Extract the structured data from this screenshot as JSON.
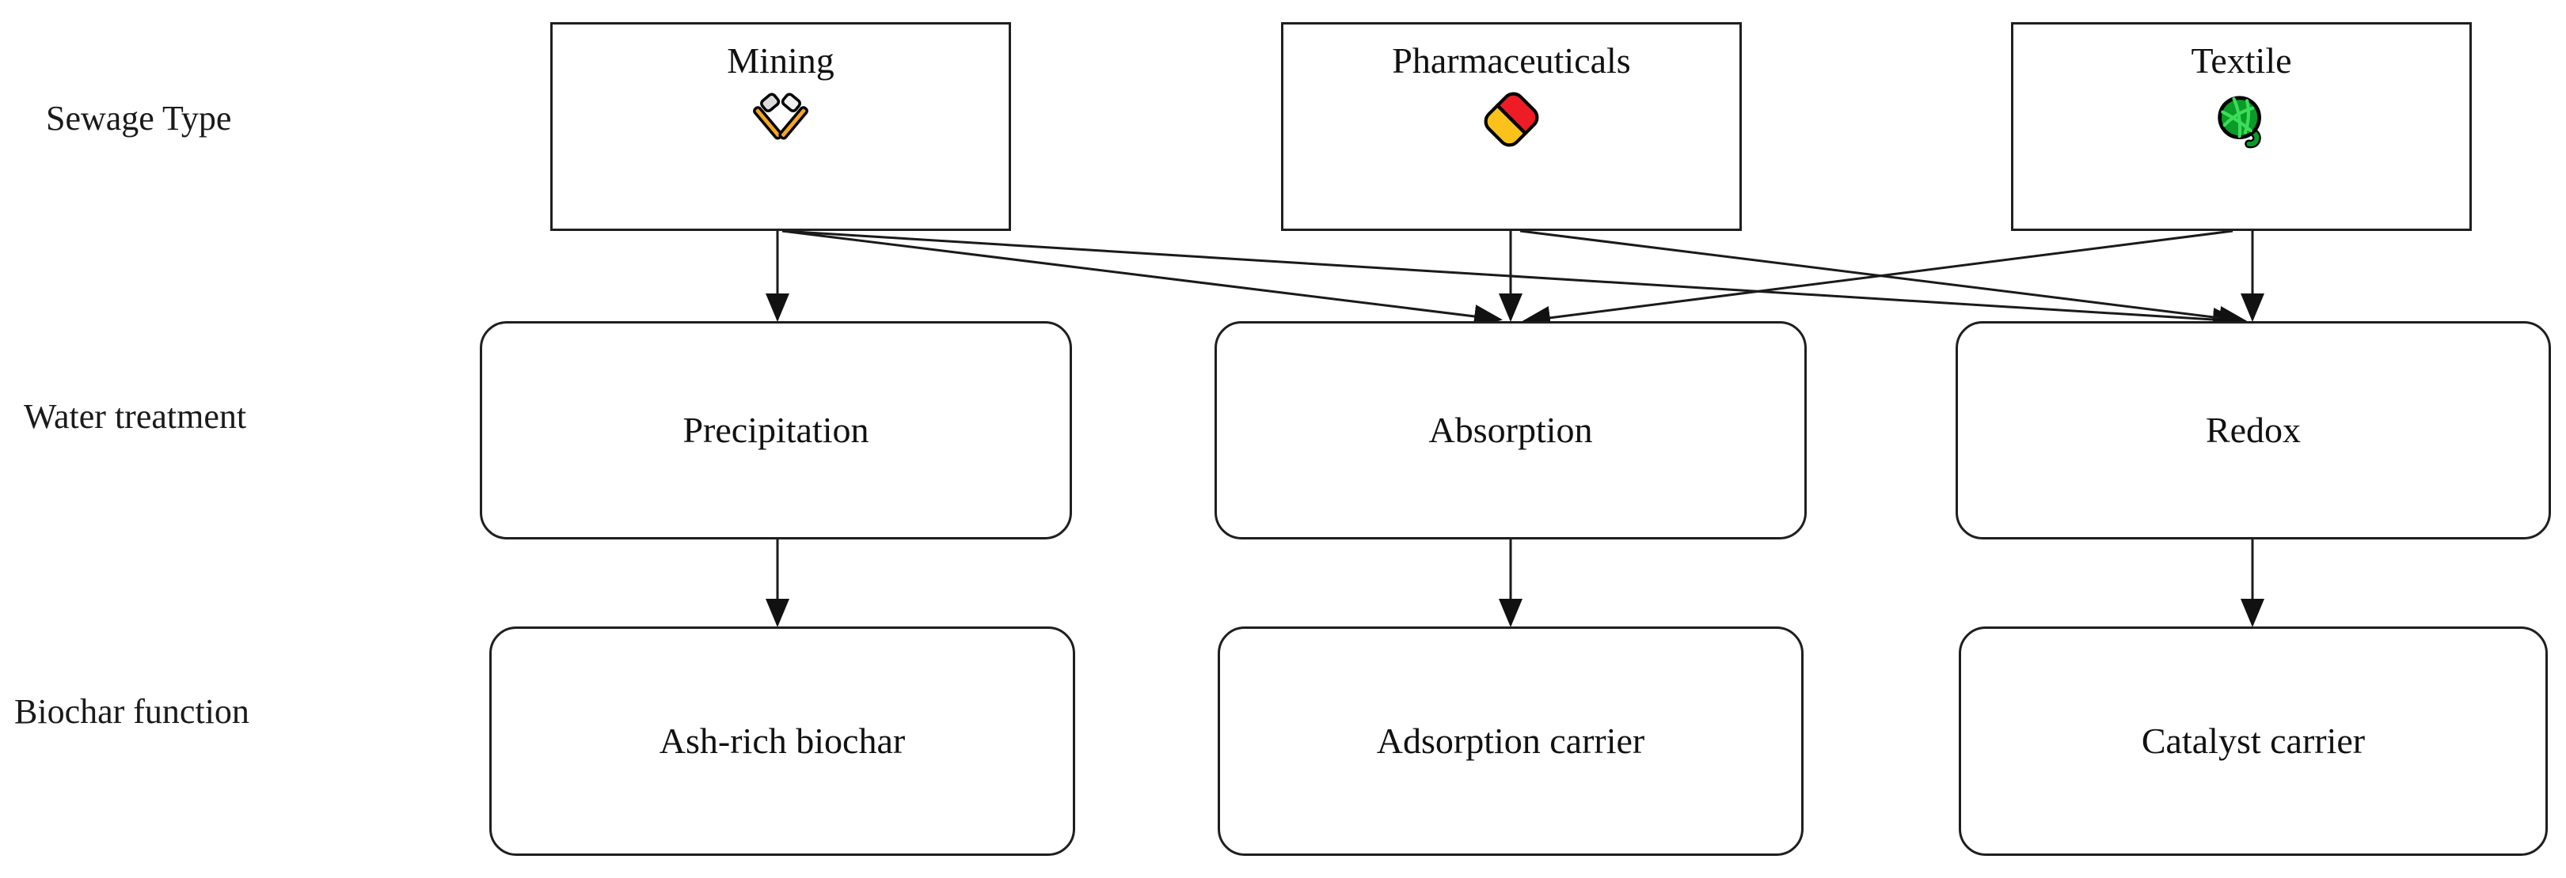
{
  "diagram": {
    "title_rows": [
      {
        "id": "sewage-type",
        "label": "Sewage Type"
      },
      {
        "id": "water-treatment",
        "label": "Water treatment"
      },
      {
        "id": "biochar-function",
        "label": "Biochar function"
      }
    ],
    "row1": {
      "nodes": [
        {
          "id": "mining",
          "label": "Mining",
          "icon": "hammer-and-pick-icon"
        },
        {
          "id": "pharmaceuticals",
          "label": "Pharmaceuticals",
          "icon": "pill-icon"
        },
        {
          "id": "textile",
          "label": "Textile",
          "icon": "yarn-ball-icon"
        }
      ]
    },
    "row2": {
      "nodes": [
        {
          "id": "precipitation",
          "label": "Precipitation"
        },
        {
          "id": "absorption",
          "label": "Absorption"
        },
        {
          "id": "redox",
          "label": "Redox"
        }
      ]
    },
    "row3": {
      "nodes": [
        {
          "id": "ash-rich-biochar",
          "label": "Ash-rich biochar"
        },
        {
          "id": "adsorption-carrier",
          "label": "Adsorption carrier"
        },
        {
          "id": "catalyst-carrier",
          "label": "Catalyst carrier"
        }
      ]
    },
    "edges": [
      {
        "from": "mining",
        "to": "precipitation"
      },
      {
        "from": "mining",
        "to": "absorption"
      },
      {
        "from": "mining",
        "to": "redox"
      },
      {
        "from": "pharmaceuticals",
        "to": "absorption"
      },
      {
        "from": "pharmaceuticals",
        "to": "redox"
      },
      {
        "from": "textile",
        "to": "absorption"
      },
      {
        "from": "textile",
        "to": "redox"
      },
      {
        "from": "precipitation",
        "to": "ash-rich-biochar"
      },
      {
        "from": "absorption",
        "to": "adsorption-carrier"
      },
      {
        "from": "redox",
        "to": "catalyst-carrier"
      }
    ],
    "colors": {
      "line": "#1a1a1a",
      "box_border": "#1f1f1f",
      "background": "#ffffff",
      "text": "#111111",
      "icon_pill_red": "#ee1c25",
      "icon_pill_yellow": "#fcc21b",
      "icon_hammer_orange": "#f5a623",
      "icon_hammer_grey": "#d8d8d8",
      "icon_yarn_green": "#0a9b28",
      "icon_yarn_light": "#3ddc5a"
    }
  }
}
